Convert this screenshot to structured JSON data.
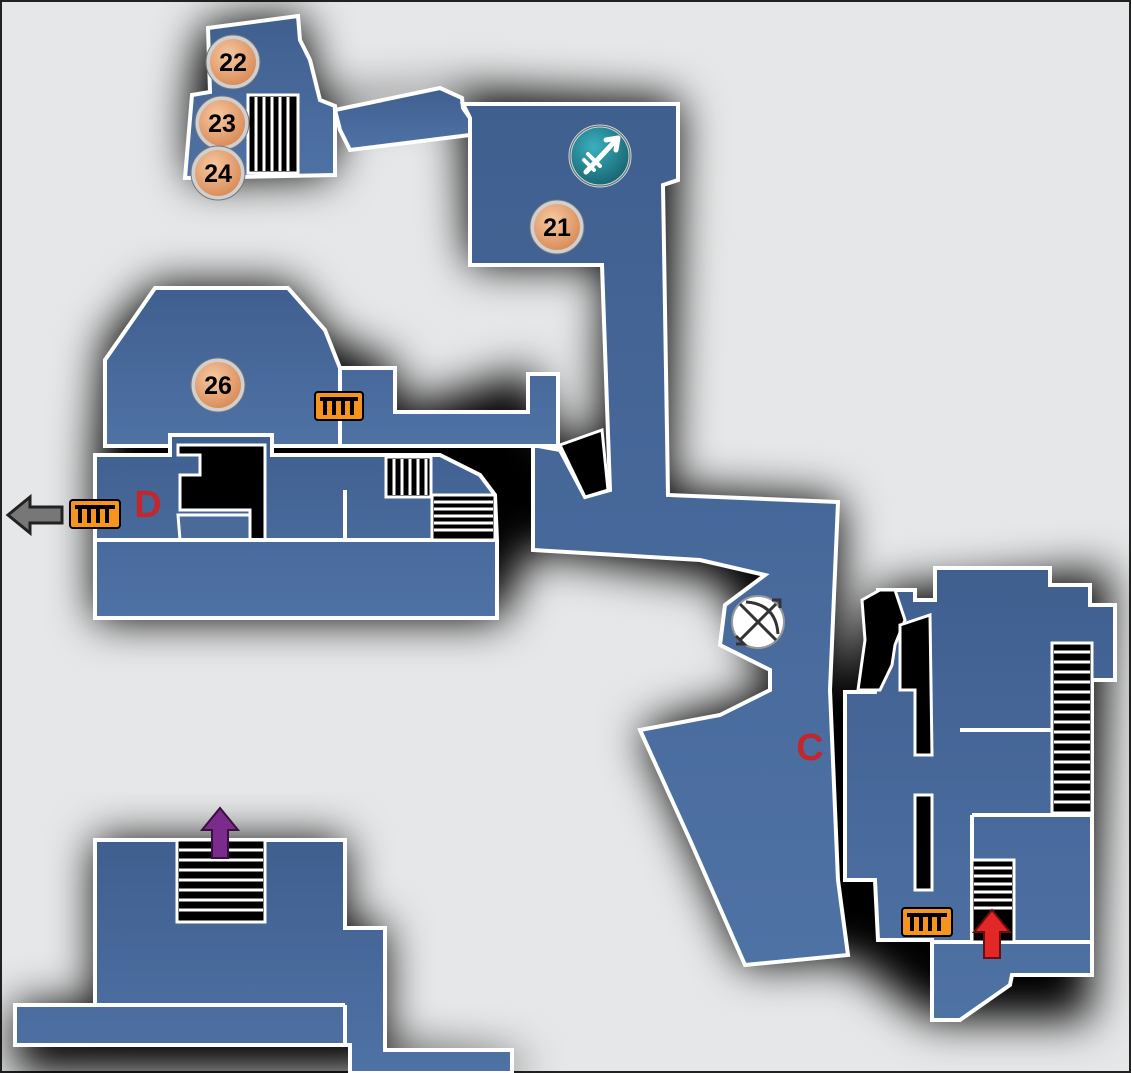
{
  "markers": [
    {
      "id": "22",
      "label": "22"
    },
    {
      "id": "23",
      "label": "23"
    },
    {
      "id": "24",
      "label": "24"
    },
    {
      "id": "21",
      "label": "21"
    },
    {
      "id": "26",
      "label": "26"
    }
  ],
  "area_labels": [
    {
      "id": "C",
      "label": "C",
      "color": "#c1272d"
    },
    {
      "id": "D",
      "label": "D",
      "color": "#c1272d"
    }
  ],
  "icons": [
    {
      "name": "compass-arrow-icon",
      "color": "#1a7f8c"
    },
    {
      "name": "bow-weapon-icon",
      "color": "#ffffff"
    },
    {
      "name": "ladder-icon",
      "color": "#f7941d"
    },
    {
      "name": "exit-arrow-gray-icon",
      "color": "#777777"
    },
    {
      "name": "exit-arrow-purple-icon",
      "color": "#7b2b8c"
    },
    {
      "name": "exit-arrow-red-icon",
      "color": "#e32726"
    }
  ],
  "colors": {
    "background": "#e6e7e8",
    "floor": "#4a6a9a",
    "wall_outline": "#ffffff",
    "marker_fill": "#e8a070",
    "label_red": "#c1272d"
  }
}
